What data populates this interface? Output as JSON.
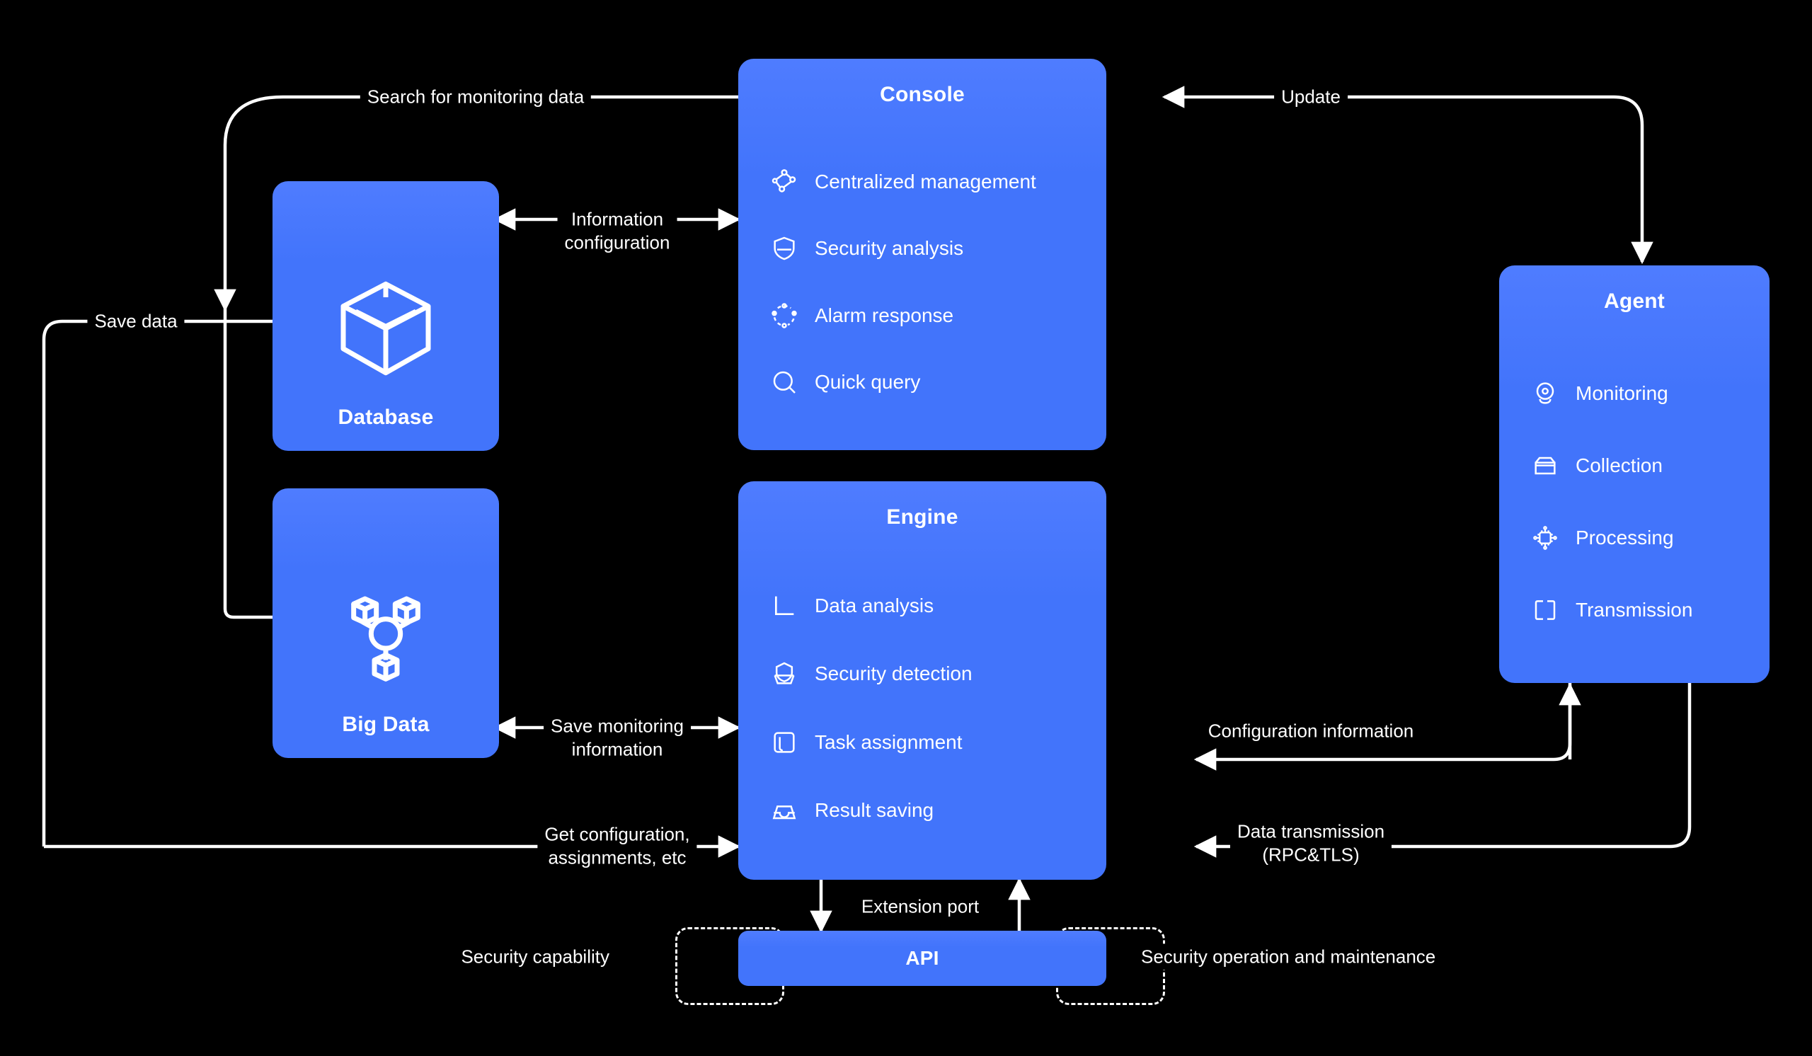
{
  "theme": {
    "background": "#000000",
    "card_blue": "#4274fb",
    "card_blue_light": "#4f7cff",
    "line": "#ffffff",
    "text": "#ffffff"
  },
  "nodes": {
    "console": {
      "title": "Console",
      "features": [
        {
          "label": "Centralized management",
          "icon": "network-nodes-icon"
        },
        {
          "label": "Security analysis",
          "icon": "shield-icon"
        },
        {
          "label": "Alarm response",
          "icon": "alarm-orbit-icon"
        },
        {
          "label": "Quick query",
          "icon": "search-icon"
        }
      ]
    },
    "engine": {
      "title": "Engine",
      "features": [
        {
          "label": "Data analysis",
          "icon": "axis-chart-icon"
        },
        {
          "label": "Security detection",
          "icon": "shield-scan-icon"
        },
        {
          "label": "Task assignment",
          "icon": "task-card-icon"
        },
        {
          "label": "Result saving",
          "icon": "inbox-tray-icon"
        }
      ]
    },
    "agent": {
      "title": "Agent",
      "features": [
        {
          "label": "Monitoring",
          "icon": "webcam-icon"
        },
        {
          "label": "Collection",
          "icon": "open-box-icon"
        },
        {
          "label": "Processing",
          "icon": "chip-icon"
        },
        {
          "label": "Transmission",
          "icon": "transmission-brackets-icon"
        }
      ]
    },
    "database": {
      "title": "Database",
      "icon": "open-cube-icon"
    },
    "bigdata": {
      "title": "Big Data",
      "icon": "cluster-cubes-icon"
    },
    "api": {
      "title": "API"
    }
  },
  "satellites": {
    "left": {
      "label": "Security capability"
    },
    "right": {
      "label": "Security operation and maintenance"
    }
  },
  "edges": [
    {
      "id": "search-monitoring-data",
      "label": "Search for monitoring data",
      "from": "console",
      "to": "database-bigdata"
    },
    {
      "id": "update",
      "label": "Update",
      "from": "agent",
      "to": "console"
    },
    {
      "id": "information-configuration",
      "label": "Information\nconfiguration",
      "from": "console",
      "to": "database",
      "bidirectional": true
    },
    {
      "id": "save-data",
      "label": "Save data",
      "from": "engine",
      "to": "database"
    },
    {
      "id": "save-monitoring-info",
      "label": "Save monitoring\ninformation",
      "from": "engine",
      "to": "bigdata",
      "bidirectional": true
    },
    {
      "id": "get-configuration",
      "label": "Get configuration,\nassignments, etc",
      "from": "database",
      "to": "engine"
    },
    {
      "id": "configuration-information",
      "label": "Configuration information",
      "from": "agent",
      "to": "engine"
    },
    {
      "id": "data-transmission",
      "label": "Data transmission\n(RPC&TLS)",
      "from": "agent",
      "to": "engine"
    },
    {
      "id": "extension-port",
      "label": "Extension port",
      "from": "engine",
      "to": "api",
      "bidirectional": true
    }
  ]
}
